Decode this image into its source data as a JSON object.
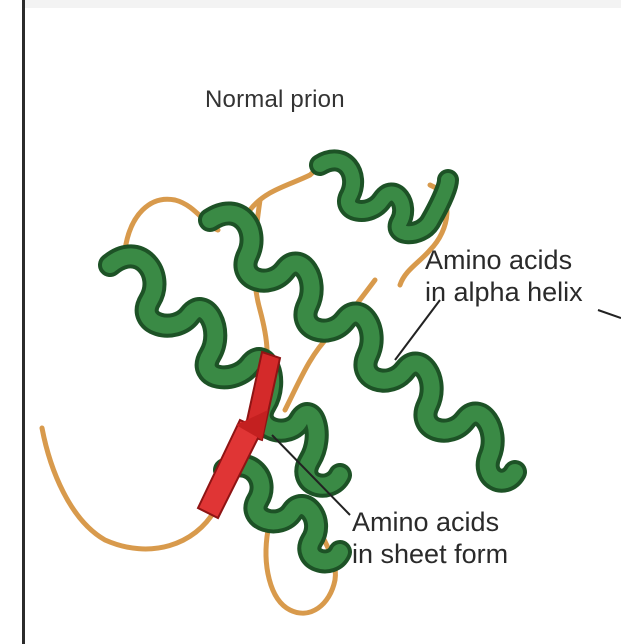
{
  "title": "Normal prion",
  "labels": {
    "helix_line1": "Amino acids",
    "helix_line2": "in alpha helix",
    "sheet_line1": "Amino acids",
    "sheet_line2": "in sheet form"
  },
  "colors": {
    "helix": "#2f7a3a",
    "helix_dark": "#1d5226",
    "coil": "#d89a4c",
    "sheet": "#d42a2a"
  }
}
